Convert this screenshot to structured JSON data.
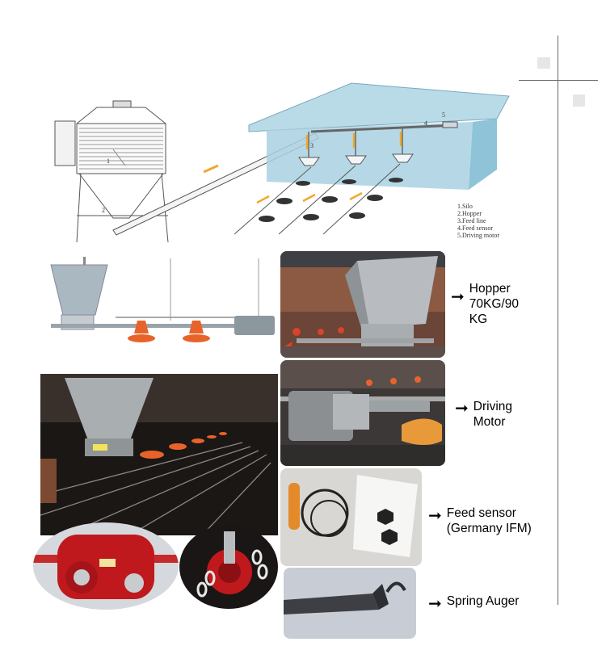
{
  "diagram": {
    "numbers": [
      "1",
      "2",
      "3",
      "4",
      "5"
    ],
    "legend": [
      "1.Silo",
      "2.Hopper",
      "3.Feed line",
      "4.Feed sensor",
      "5.Driving motor"
    ]
  },
  "callouts": [
    {
      "lines": [
        "Hopper",
        "70KG/90",
        "KG"
      ]
    },
    {
      "lines": [
        "Driving",
        "Motor"
      ]
    },
    {
      "lines": [
        "Feed sensor",
        "(Germany IFM)"
      ]
    },
    {
      "lines": [
        "Spring Auger"
      ]
    }
  ],
  "arrow_glyph": "➞",
  "colors": {
    "house_roof": "#b9dbe8",
    "house_wall": "#8fc3d8",
    "flow_arrow": "#f0a830",
    "pan_orange": "#e8632a",
    "gear_red": "#c0191d",
    "frame_line": "#8a8a8a"
  }
}
